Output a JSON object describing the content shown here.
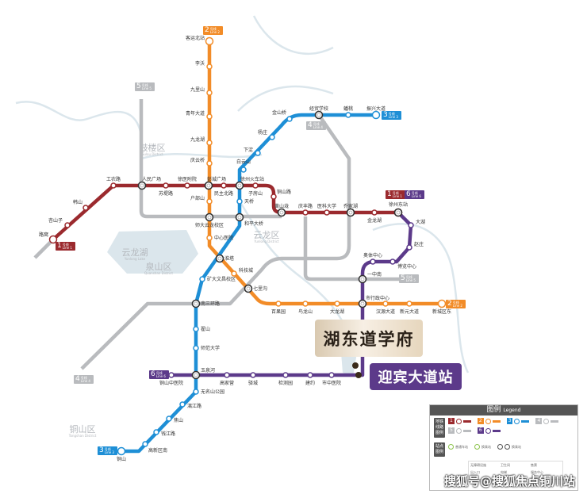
{
  "colors": {
    "line1": "#9b2a2e",
    "line2": "#f28c28",
    "line3": "#1e8fd6",
    "line4": "#b9bbbe",
    "line5": "#b9bbbe",
    "line6": "#5c3a8a",
    "water": "#dbe6ec"
  },
  "districts": [
    {
      "name": "鼓楼区",
      "en": "Gulou District"
    },
    {
      "name": "云龙区",
      "en": "Yunlong District"
    },
    {
      "name": "泉山区",
      "en": "Quanshan District"
    },
    {
      "name": "铜山区",
      "en": "Tongshan District"
    },
    {
      "name": "云龙湖",
      "en": "Yunlong Lake"
    }
  ],
  "lines": {
    "line1": {
      "badge": "1",
      "badge_sub": "号线 Line 1",
      "stations": [
        "路窝",
        "杏山子",
        "韩山",
        "工农路",
        "人民广场",
        "苏堤路",
        "徐医附院",
        "彭城广场",
        "民主北路",
        "徐州火车站",
        "子房山",
        "铜山路",
        "黄山垅",
        "庆丰路",
        "医科大学",
        "乔家湖",
        "金龙湖",
        "徐州东站"
      ]
    },
    "line2": {
      "badge": "2",
      "badge_sub": "号线 Line 2",
      "stations": [
        "客运北站",
        "李沃",
        "九里山",
        "青年大道",
        "九龙湖",
        "庆云桥",
        "户部山",
        "师大云龙校区",
        "中心医院",
        "淮塔",
        "科技城",
        "七里沟",
        "百果园",
        "鸟龙山",
        "大龙湖",
        "市行政中心",
        "汉源大道",
        "新元大道",
        "新城区东"
      ]
    },
    "line3": {
      "badge": "3",
      "badge_sub": "号线 Line 3",
      "stations": [
        "铜山",
        "高新区南",
        "钱江路",
        "焦山",
        "漓江路",
        "无名山公园",
        "玉泉河",
        "师范大学",
        "翟山",
        "南三环路",
        "矿大文昌校区",
        "和平大桥",
        "天桥",
        "白云山",
        "下淀",
        "杨庄",
        "金山桥",
        "经贸学校",
        "蟠桃",
        "振兴大道"
      ]
    },
    "line4": {
      "badge": "4",
      "badge_sub": "号线 Line 4"
    },
    "line5": {
      "badge": "5",
      "badge_sub": "号线 Line 5"
    },
    "line6": {
      "badge": "6",
      "badge_sub": "号线 Line 6",
      "stations": [
        "铜山中医院",
        "高家营",
        "驿城",
        "检测园",
        "建约",
        "市中医院",
        "一中南",
        "奥体中心",
        "博览中心",
        "赵庄",
        "大湖"
      ]
    }
  },
  "callouts": {
    "project": "湖东道学府",
    "station": "迎宾大道站"
  },
  "legend": {
    "title": "图例",
    "title_en": "Legend",
    "lines_tag": "地铁线路图例",
    "stations_tag": "站点图例",
    "station_types": [
      "普通车站",
      "换乘站",
      "换乘站"
    ],
    "facilities": [
      "无障碍设施",
      "卫生间",
      "售票",
      "出入口",
      "电梯",
      "服务中心"
    ]
  },
  "watermark": "搜狐号@搜狐焦点铜川站"
}
